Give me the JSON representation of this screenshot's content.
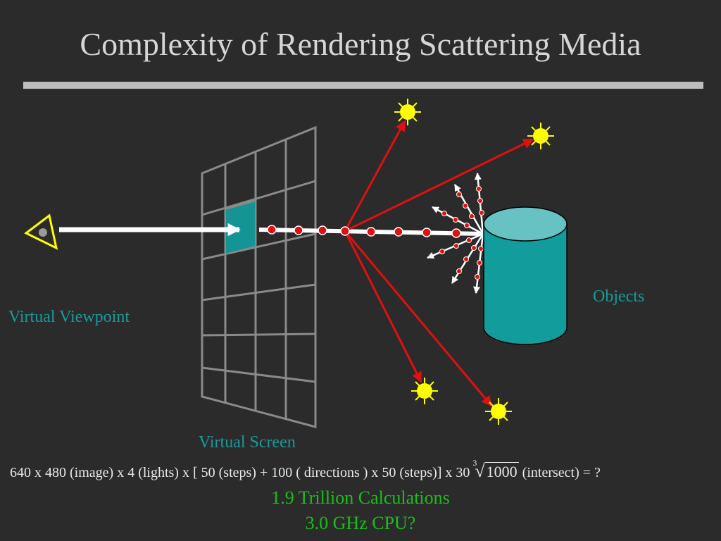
{
  "title": "Complexity of Rendering Scattering Media",
  "labels": {
    "viewpoint": "Virtual Viewpoint",
    "screen": "Virtual Screen",
    "objects": "Objects"
  },
  "formula": {
    "text_before": "640 x 480 (image) x 4 (lights) x [ 50 (steps) + 100 ( directions ) x 50 (steps)] x 30",
    "root_index": "3",
    "root_value": "1000",
    "text_after": "(intersect) = ?"
  },
  "result": {
    "line1": "1.9 Trillion Calculations",
    "line2": "3.0 GHz CPU?"
  },
  "colors": {
    "background": "#2b2b2b",
    "label_teal": "#1a9a9a",
    "result_green": "#19c019",
    "ray_red": "#e01010",
    "sun_yellow": "#ffff00",
    "cylinder": "#139c9c"
  },
  "icons": [
    "eye-icon",
    "sun-icon",
    "cylinder-object"
  ]
}
